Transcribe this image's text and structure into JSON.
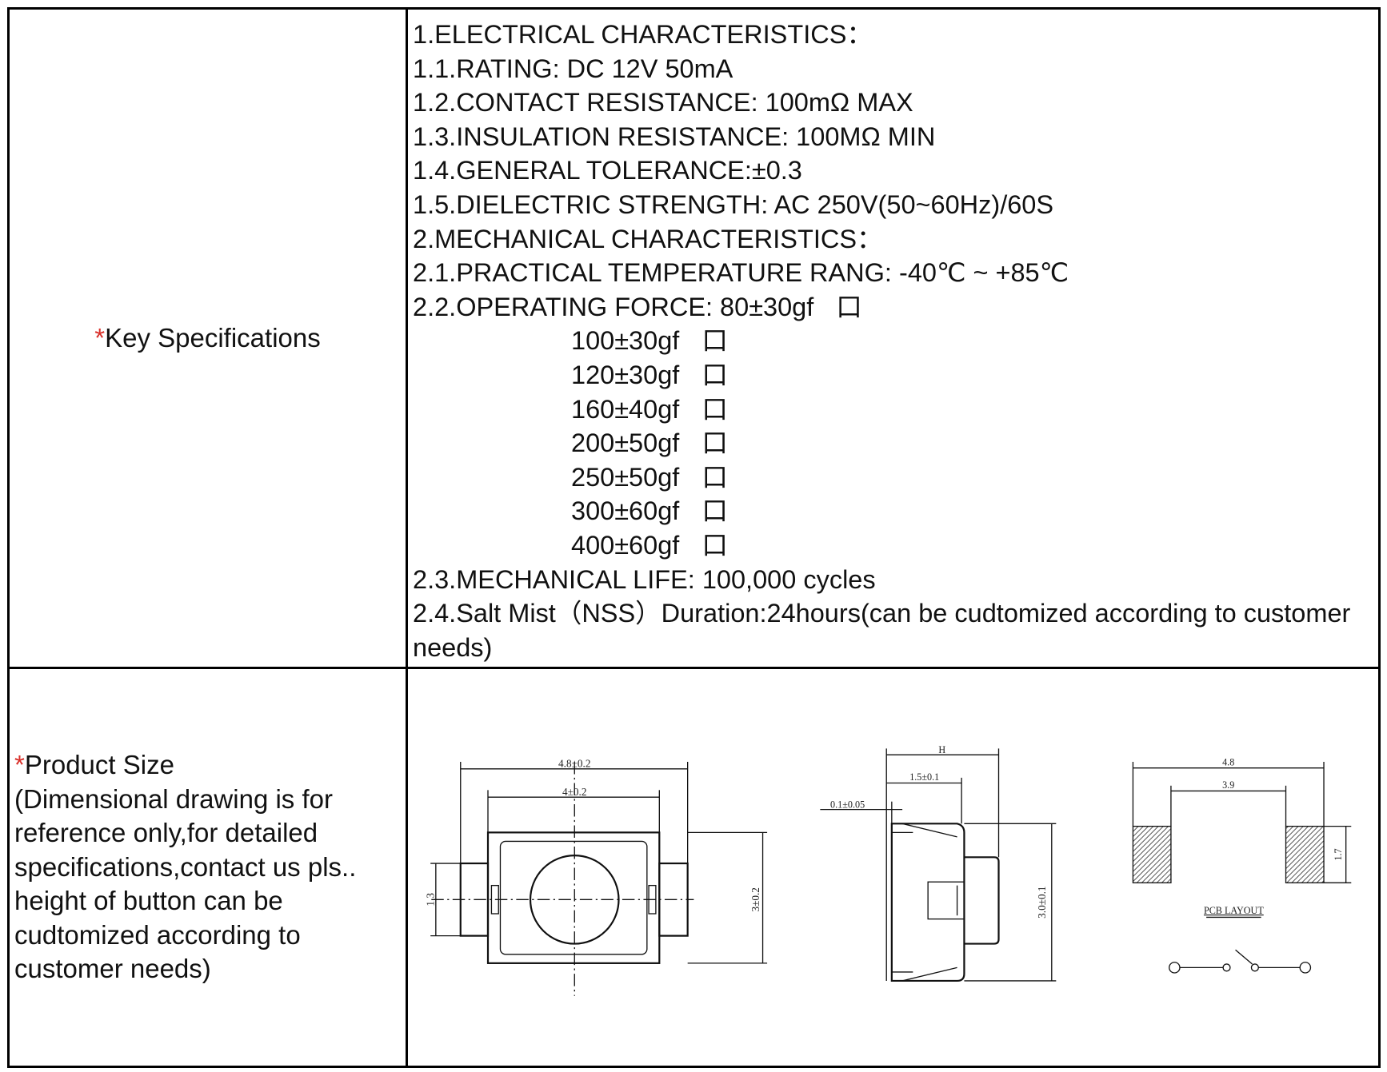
{
  "key_specs": {
    "label_star": "*",
    "label": "Key Specifications",
    "lines": [
      "1.ELECTRICAL CHARACTERISTICS：",
      "1.1.RATING: DC 12V 50mA",
      "1.2.CONTACT RESISTANCE: 100mΩ MAX",
      "1.3.INSULATION RESISTANCE: 100MΩ MIN",
      "1.4.GENERAL TOLERANCE:±0.3",
      "1.5.DIELECTRIC STRENGTH: AC 250V(50~60Hz)/60S",
      "2.MECHANICAL CHARACTERISTICS：",
      "2.1.PRACTICAL TEMPERATURE RANG: -40℃ ~ +85℃",
      "2.2.OPERATING FORCE: 80±30gf"
    ],
    "force_options": [
      "100±30gf",
      "120±30gf",
      "160±40gf",
      "200±50gf",
      "250±50gf",
      "300±60gf",
      "400±60gf"
    ],
    "checkbox_glyph": "口",
    "life": "2.3.MECHANICAL LIFE: 100,000 cycles",
    "salt": "2.4.Salt Mist（NSS）Duration:24hours(can be cudtomized according to customer needs)"
  },
  "product_size": {
    "label_star": "*",
    "label": "Product Size",
    "note": "(Dimensional drawing is for reference only,for detailed specifications,contact us pls.. height of button can be cudtomized according to customer needs)"
  },
  "drawing": {
    "top_width": "4.8±0.2",
    "inner_width": "4±0.2",
    "tab_height": "1.3",
    "body_height": "3±0.2",
    "side_total": "H",
    "side_depth": "1.5±0.1",
    "side_offset": "0.1±0.05",
    "side_height": "3.0±0.1",
    "pcb_outer": "4.8",
    "pcb_inner": "3.9",
    "pcb_pad": "1.7",
    "pcb_title": "PCB LAYOUT"
  }
}
